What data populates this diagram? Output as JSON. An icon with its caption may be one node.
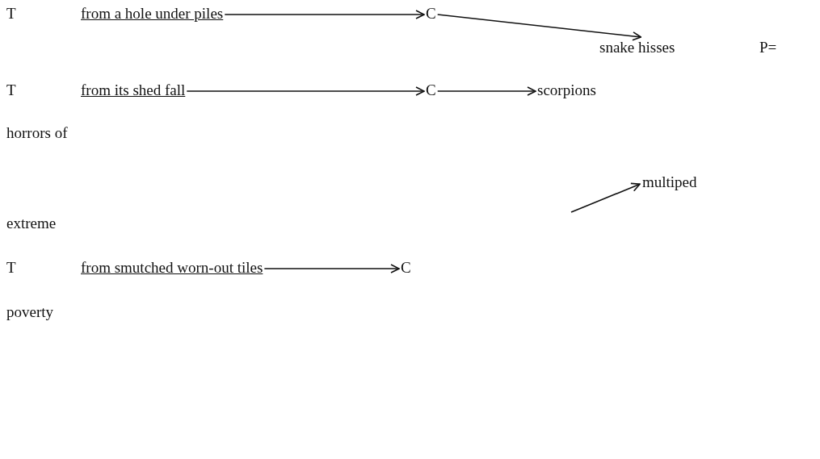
{
  "diagram": {
    "nodes": [
      {
        "text": [
          "from a hole under piles"
        ]
      },
      {
        "text": [
          "C"
        ]
      },
      {
        "text": [
          "snake hisses"
        ]
      },
      {
        "text": [
          "from its shed fall"
        ]
      },
      {
        "text": [
          "C"
        ]
      },
      {
        "text": [
          "scorpions"
        ]
      },
      {
        "text": [
          "multiped"
        ]
      },
      {
        "text": [
          "from smutched worn-out tiles"
        ]
      },
      {
        "text": [
          "C"
        ]
      }
    ],
    "edges": [
      {
        "from": 0,
        "to": 1,
        "arrow": "to"
      },
      {
        "from": 1,
        "to": 2,
        "arrow": "to"
      },
      {
        "from": 3,
        "to": 4,
        "arrow": "to"
      },
      {
        "from": 4,
        "to": 5,
        "arrow": "to"
      },
      {
        "from": null,
        "to": 6,
        "arrow": "to"
      },
      {
        "from": 7,
        "to": 8,
        "arrow": "to"
      }
    ],
    "labels": [
      "T",
      "P=",
      "T",
      "horrors of",
      "extreme",
      "T",
      "poverty"
    ]
  }
}
